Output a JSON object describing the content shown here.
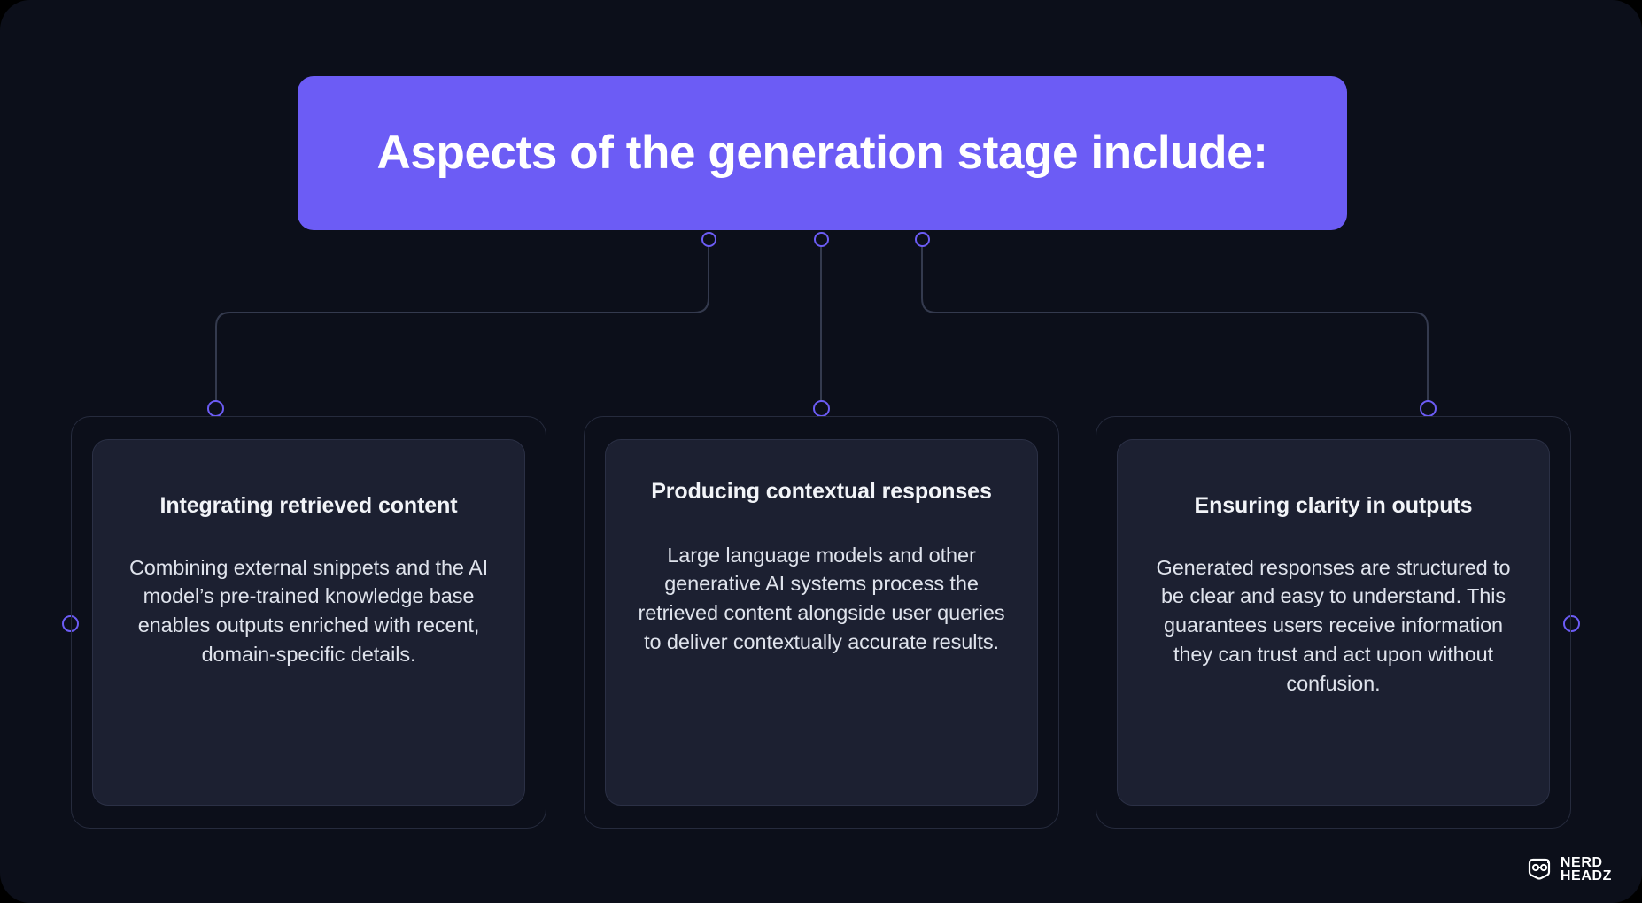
{
  "header": {
    "title": "Aspects of the generation stage include:",
    "background_color": "#6c5cf5",
    "text_color": "#ffffff"
  },
  "canvas": {
    "background_color": "#0c0f1a",
    "card_background_color": "#1c2031",
    "connector_color": "#343a4e",
    "node_border_color": "#6c5cf5"
  },
  "cards": [
    {
      "title": "Integrating retrieved content",
      "body": "Combining external snippets and the AI model’s pre-trained knowledge base enables outputs enriched with recent, domain-specific details."
    },
    {
      "title": "Producing contextual responses",
      "body": "Large language models and other generative AI systems process the retrieved content alongside user queries to deliver contextually accurate results."
    },
    {
      "title": "Ensuring clarity in outputs",
      "body": "Generated responses are structured to be clear and easy to understand. This guarantees users receive information they can trust and act upon without confusion."
    }
  ],
  "brand": {
    "line1": "NERD",
    "line2": "HEADZ",
    "icon": "nerd-head-icon"
  }
}
